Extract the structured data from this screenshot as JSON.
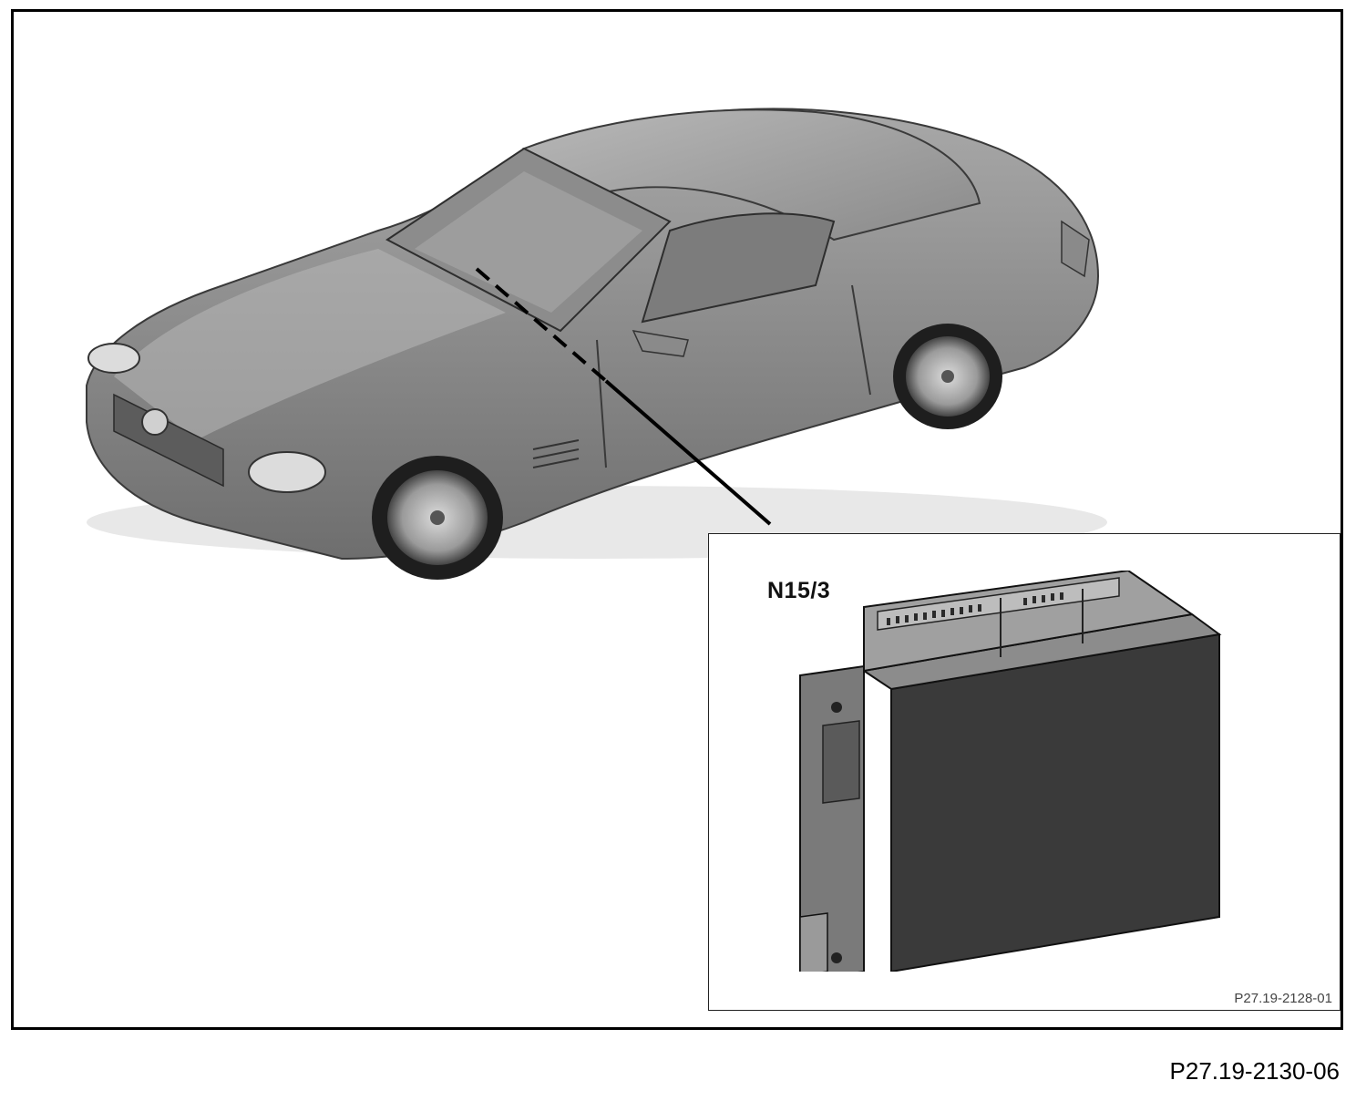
{
  "figure": {
    "component_label": "N15/3",
    "inset_reference": "P27.19-2128-01",
    "figure_reference": "P27.19-2130-06"
  },
  "icons": {
    "vehicle": "car-illustration-icon",
    "module": "control-module-icon"
  }
}
